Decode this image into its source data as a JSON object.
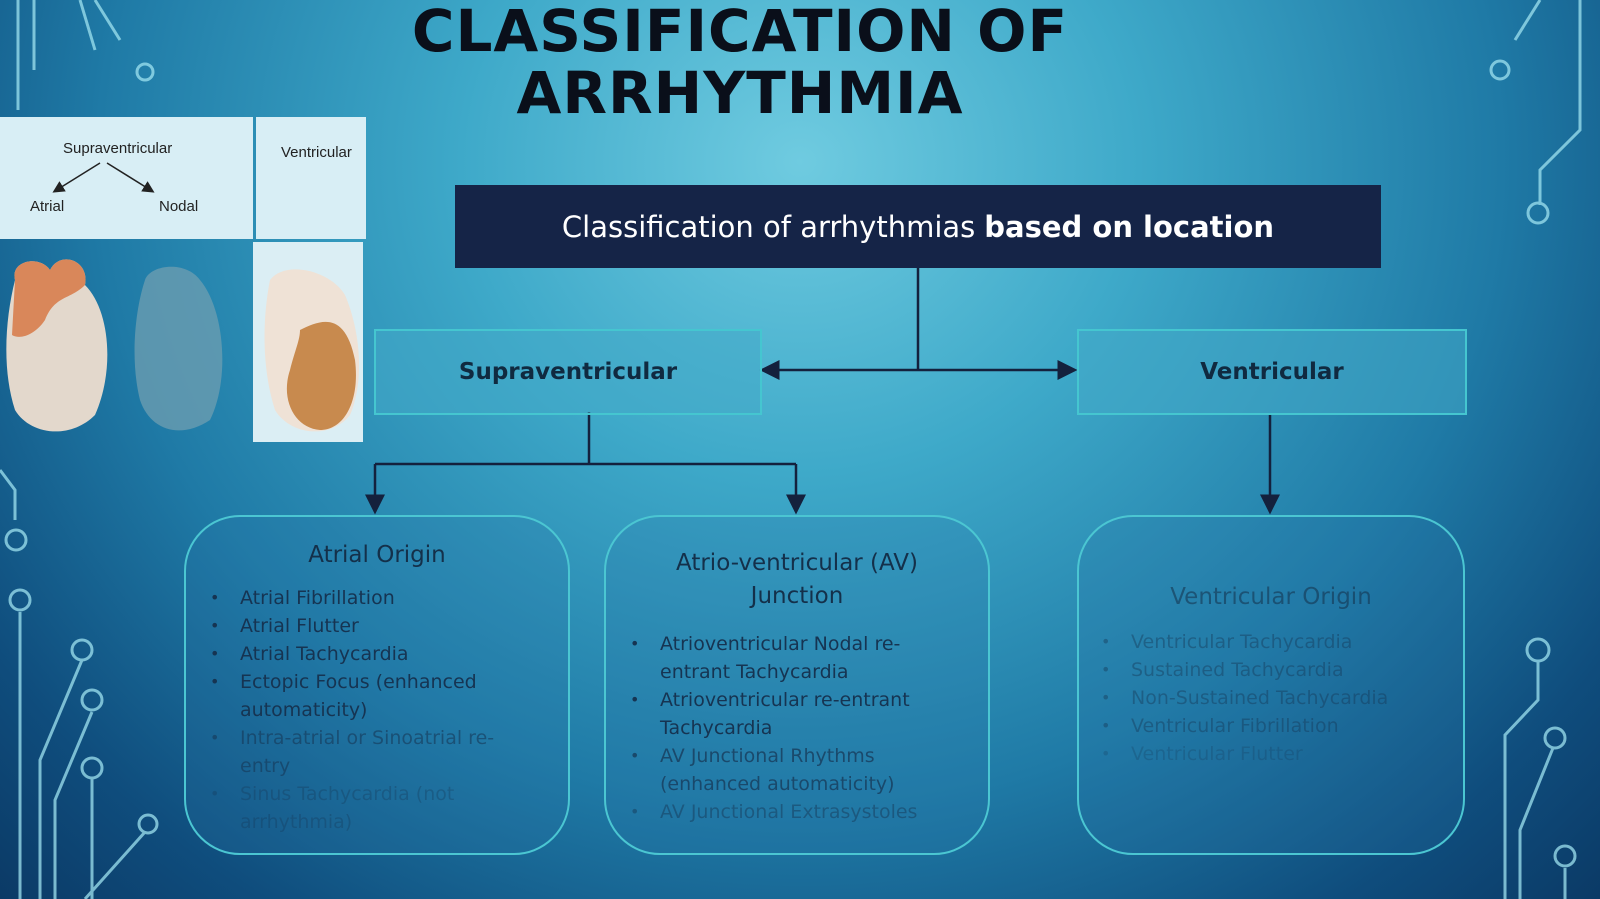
{
  "slide": {
    "title_line1": "CLASSIFICATION OF",
    "title_line2": "ARRHYTHMIA"
  },
  "inset": {
    "supraventricular_label": "Supraventricular",
    "atrial_label": "Atrial",
    "nodal_label": "Nodal",
    "ventricular_label": "Ventricular"
  },
  "chart": {
    "header_regular": "Classification of arrhythmias",
    "header_bold": "based on location",
    "categories": {
      "supraventricular": "Supraventricular",
      "ventricular": "Ventricular"
    },
    "atrial_origin": {
      "title": "Atrial Origin",
      "items": [
        "Atrial Fibrillation",
        "Atrial Flutter",
        "Atrial Tachycardia",
        "Ectopic Focus (enhanced automaticity)",
        "Intra-atrial or Sinoatrial re-entry",
        "Sinus Tachycardia (not arrhythmia)"
      ]
    },
    "av_junction": {
      "title_line1": "Atrio-ventricular (AV)",
      "title_line2": "Junction",
      "items": [
        "Atrioventricular Nodal re-entrant Tachycardia",
        "Atrioventricular re-entrant Tachycardia",
        "AV Junctional Rhythms (enhanced automaticity)",
        "AV Junctional Extrasystoles"
      ]
    },
    "ventricular_origin": {
      "title": "Ventricular Origin",
      "items": [
        "Ventricular Tachycardia",
        "Sustained Tachycardia",
        "Non-Sustained Tachycardia",
        "Ventricular Fibrillation",
        "Ventricular Flutter"
      ]
    }
  },
  "colors": {
    "header_bg": "#152447",
    "box_border": "#45c6d0",
    "title_text": "#0a0f1a"
  }
}
